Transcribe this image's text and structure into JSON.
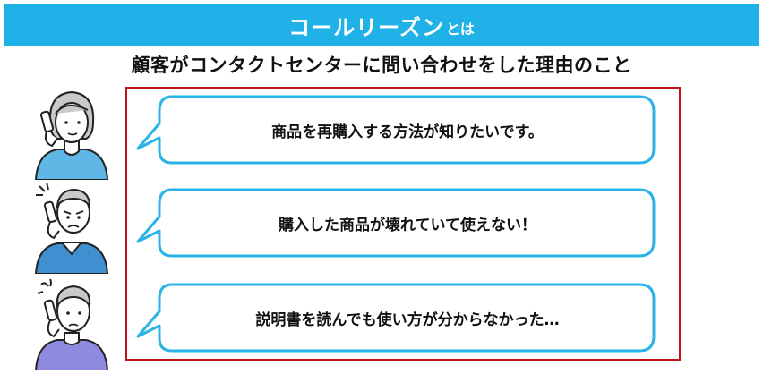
{
  "banner": {
    "main": "コールリーズン",
    "suffix": "とは"
  },
  "subtitle": "顧客がコンタクトセンターに問い合わせをした理由のこと",
  "bubbles": [
    "商品を再購入する方法が知りたいです。",
    "購入した商品が壊れていて使えない！",
    "説明書を読んでも使い方が分からなかった…"
  ],
  "colors": {
    "banner": "#1fb1e8",
    "frame": "#c0131b",
    "bubble_border": "#29b3e6",
    "shirt_light": "#5fb7e6",
    "shirt_blue": "#3f8fd1",
    "shirt_purple": "#8d8ae0"
  }
}
